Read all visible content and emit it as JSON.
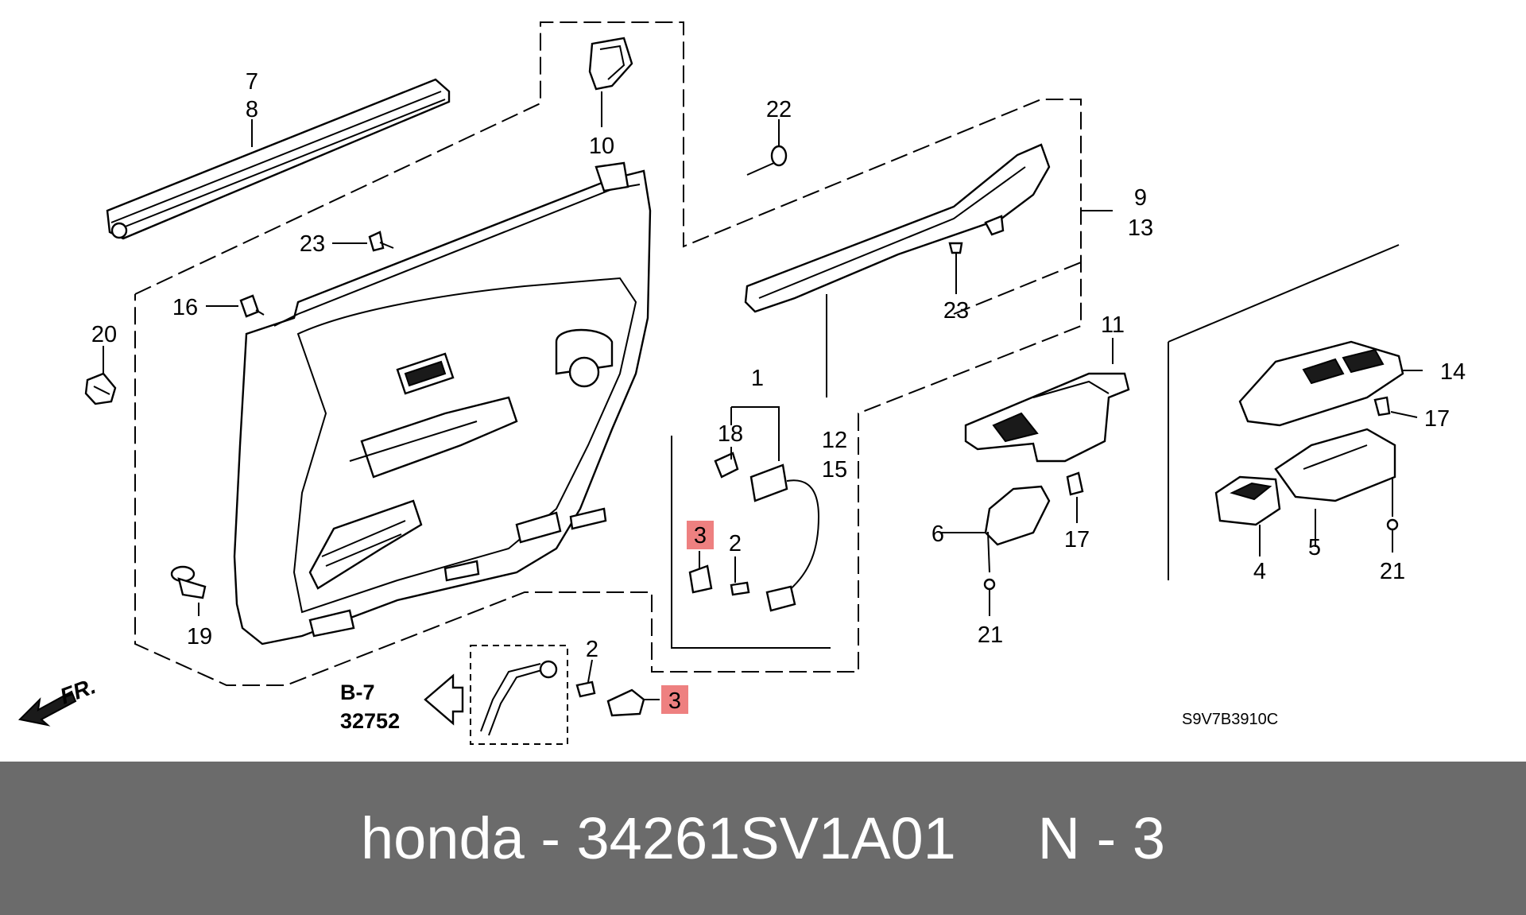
{
  "diagram": {
    "callouts": {
      "c7": "7",
      "c8": "8",
      "c10": "10",
      "c22": "22",
      "c23a": "23",
      "c9": "9",
      "c13": "13",
      "c16": "16",
      "c20": "20",
      "c23b": "23",
      "c11": "11",
      "c1": "1",
      "c18": "18",
      "c12": "12",
      "c15": "15",
      "c14": "14",
      "c17a": "17",
      "c6": "6",
      "c17b": "17",
      "c3a": "3",
      "c2a": "2",
      "c5": "5",
      "c4": "4",
      "c21a": "21",
      "c19": "19",
      "c21b": "21",
      "c2b": "2",
      "c3b": "3"
    },
    "ref_section": "B-7",
    "ref_number": "32752",
    "front_label": "FR.",
    "drawing_code": "S9V7B3910C",
    "highlight_color": "#ee8080"
  },
  "footer": {
    "text": "honda - 34261SV1A01     N - 3",
    "background": "#6b6b6b",
    "color": "#ffffff"
  }
}
